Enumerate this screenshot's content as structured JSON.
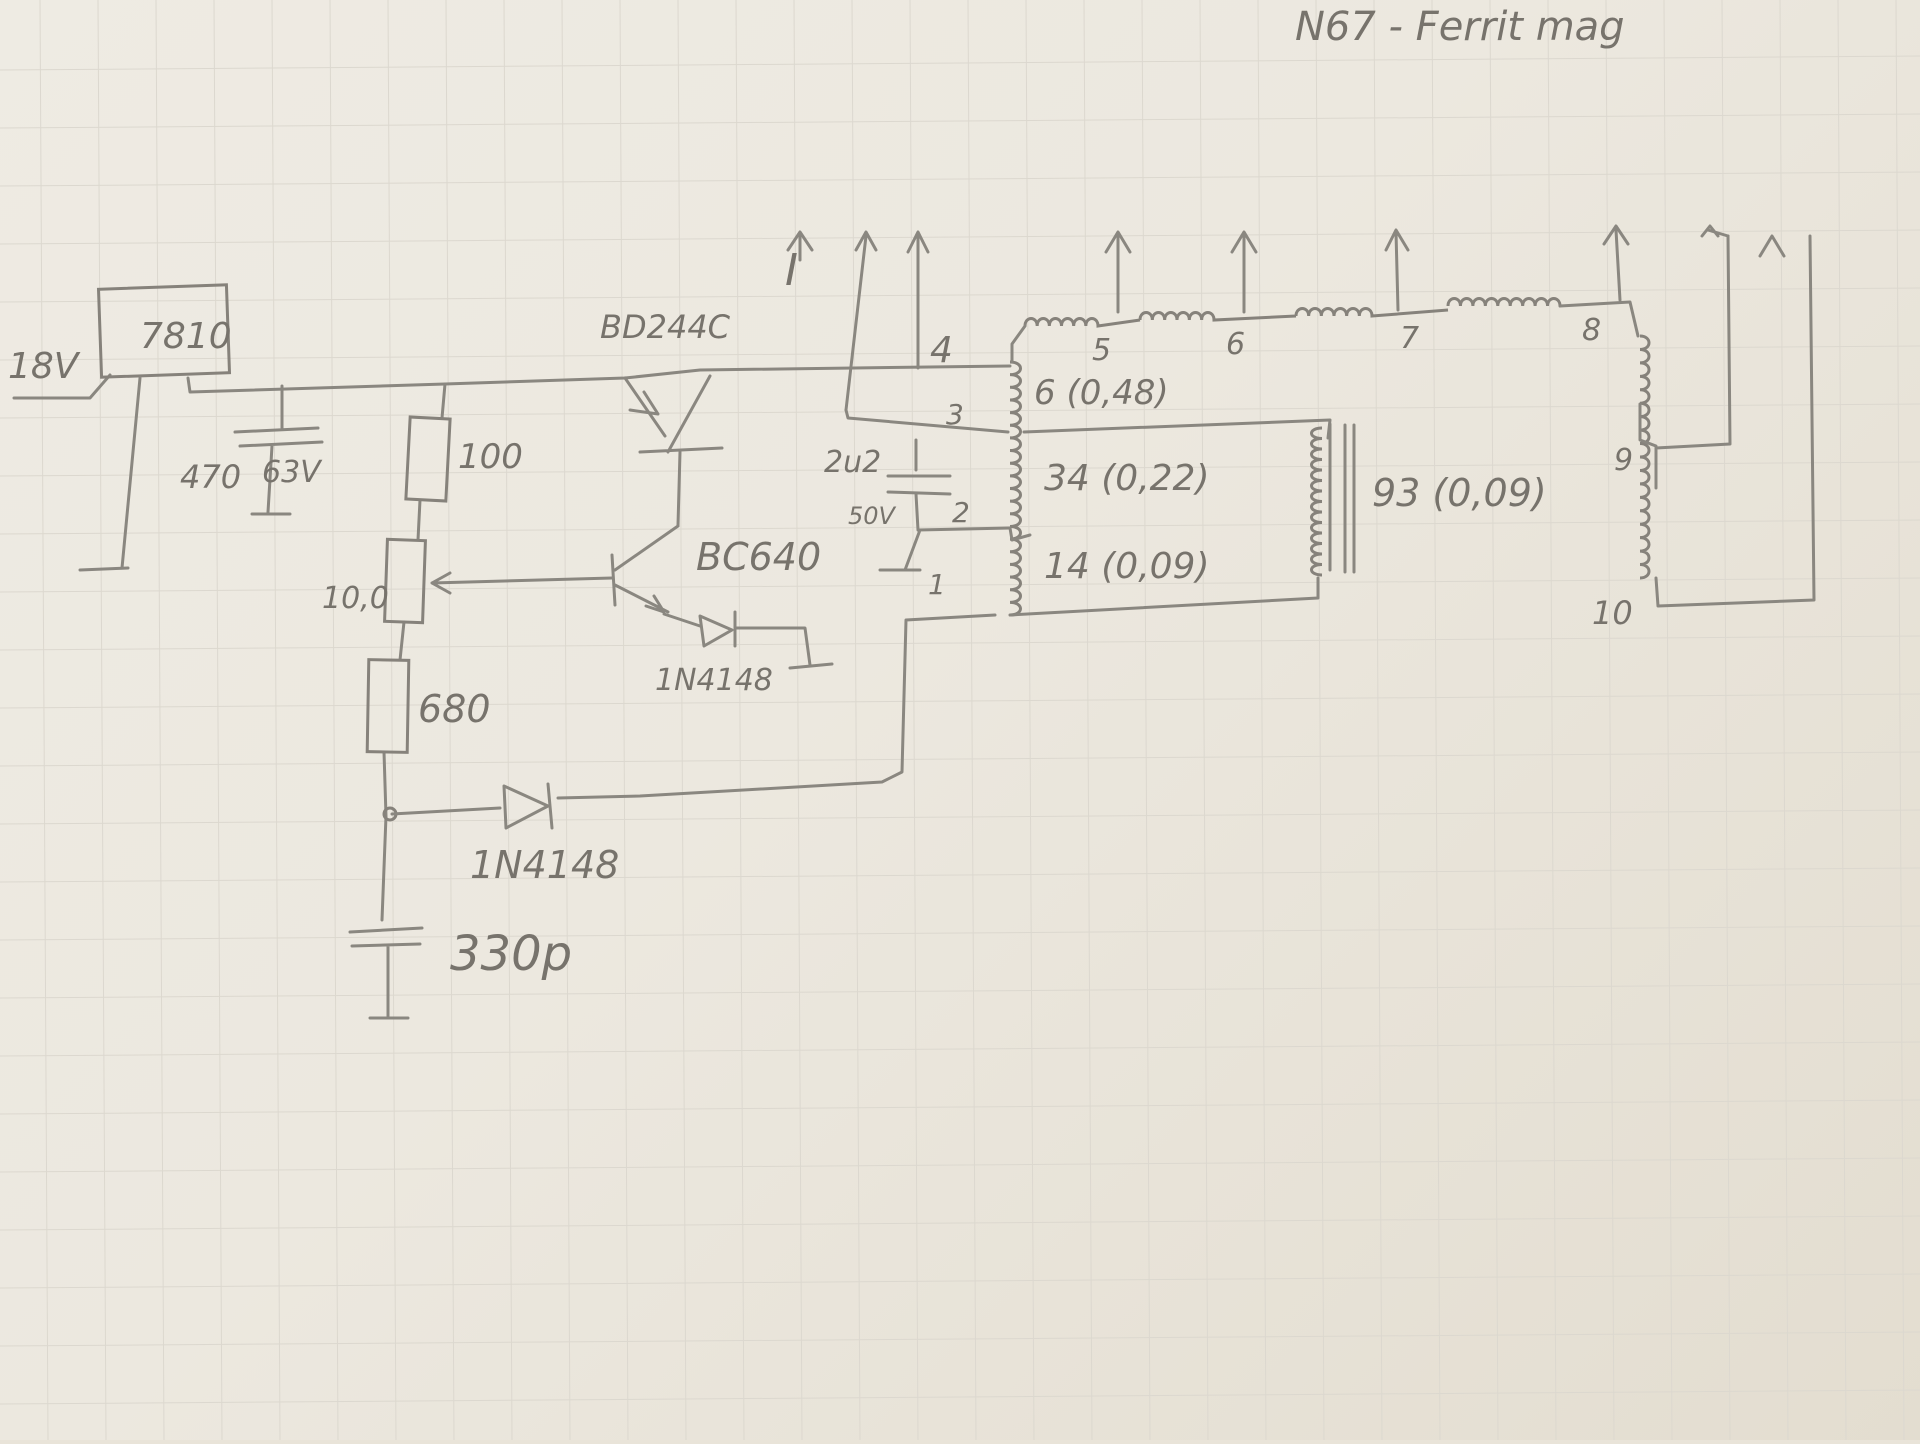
{
  "header_note": "N67 - Ferrit mag",
  "supply": {
    "input": "18V"
  },
  "regulator": {
    "label": "7810"
  },
  "input_capacitor": {
    "value": "470",
    "voltage": "63V"
  },
  "resistors": {
    "r1": "100",
    "pot": "10,0",
    "r2": "680"
  },
  "transistors": {
    "power": "BD244C",
    "driver": "BC640"
  },
  "diodes": {
    "d1": "1N4148",
    "d2": "1N4148"
  },
  "timing_capacitor": {
    "value": "330p"
  },
  "coupling_capacitor": {
    "value": "2u2",
    "voltage": "50V"
  },
  "transformer": {
    "pins": [
      "1",
      "2",
      "3",
      "4",
      "5",
      "6",
      "7",
      "8",
      "9",
      "10"
    ],
    "primary_winding": "6 (0,48)",
    "feedback_winding": "34 (0,22)",
    "aux_winding": "14 (0,09)",
    "secondary_winding": "93 (0,09)"
  },
  "output_marker": "I"
}
